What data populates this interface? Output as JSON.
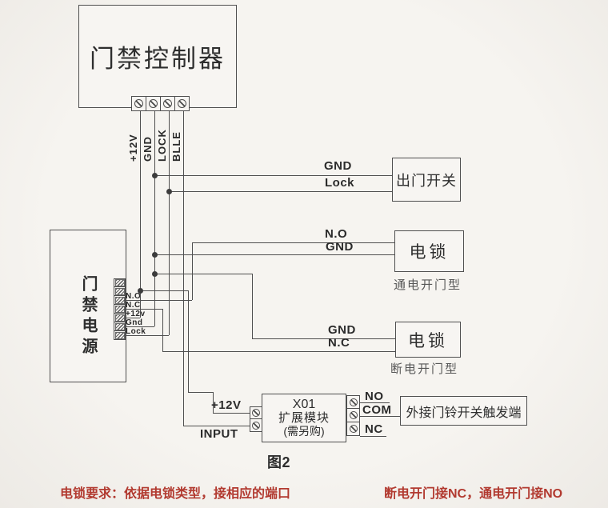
{
  "figure": {
    "caption": "图2"
  },
  "controller": {
    "title": "门禁控制器",
    "terminals": [
      "+12V",
      "GND",
      "LOCK",
      "BLLE"
    ]
  },
  "power_supply": {
    "title": "门禁电源",
    "terminals": [
      "N.O",
      "N.C",
      "+12v",
      "Gnd",
      "Lock"
    ]
  },
  "exit_switch": {
    "title": "出门开关",
    "wire_labels": [
      "GND",
      "Lock"
    ]
  },
  "lock_no": {
    "title": "电锁",
    "wire_labels": [
      "N.O",
      "GND"
    ],
    "caption": "通电开门型"
  },
  "lock_nc": {
    "title": "电锁",
    "wire_labels": [
      "GND",
      "N.C"
    ],
    "caption": "断电开门型"
  },
  "expansion_module": {
    "title": "X01",
    "line2": "扩展模块",
    "line3": "(需另购)",
    "input_labels": [
      "+12V",
      "INPUT"
    ],
    "output_labels": [
      "NO",
      "COM",
      "NC"
    ]
  },
  "doorbell": {
    "title": "外接门铃开关触发端"
  },
  "note": {
    "part1": "电锁要求：依据电锁类型，接相应的端口",
    "part2": "断电开门接NC，通电开门接NO",
    "color": "#b23a30"
  },
  "colors": {
    "background": "#f3f1ed",
    "line": "#4f4f4f",
    "text": "#2e2e2e"
  }
}
